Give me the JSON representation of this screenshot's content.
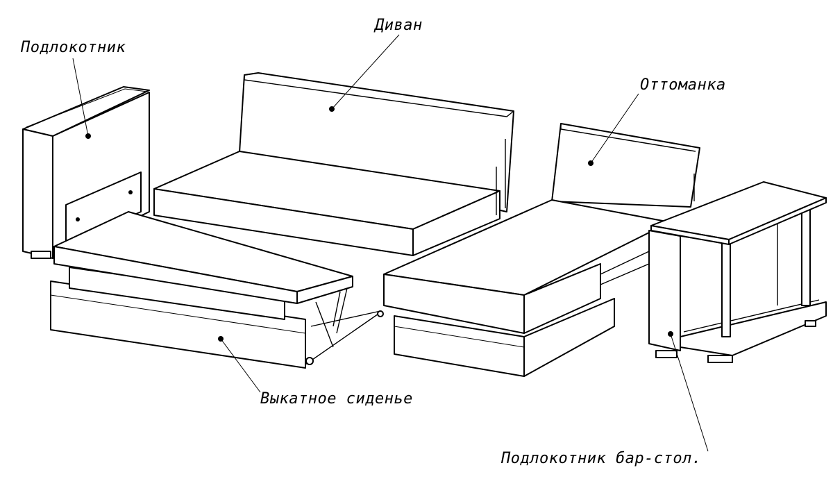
{
  "labels": {
    "armrest": "Подлокотник",
    "sofa": "Диван",
    "ottoman": "Оттоманка",
    "rollout_seat": "Выкатное сиденье",
    "armrest_bar_table": "Подлокотник бар-стол."
  }
}
